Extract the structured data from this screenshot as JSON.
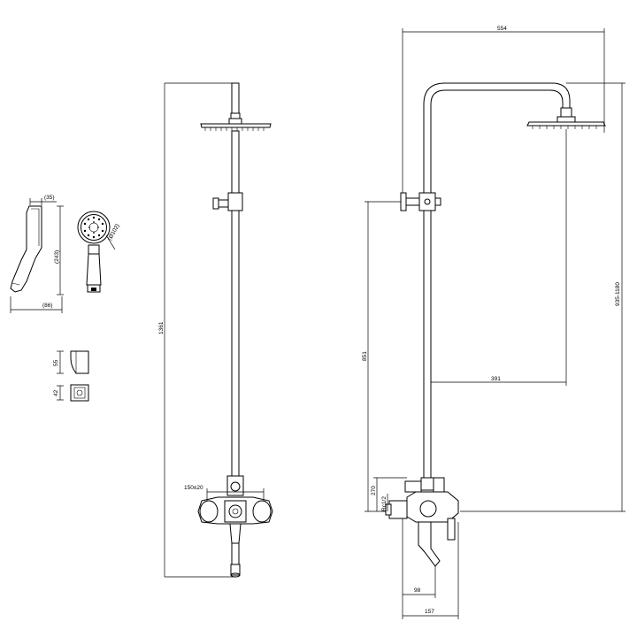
{
  "dimensions": {
    "top_width": "554",
    "total_height": "1361",
    "right_height": "935-1180",
    "left_height": "851",
    "arm_reach": "391",
    "centers": "150±20",
    "valve_a": "270",
    "valve_b": "Rc1/2",
    "spout_short": "98",
    "spout_long": "157",
    "handset_width": "(35)",
    "handset_length": "(243)",
    "handset_base": "(86)",
    "handset_head": "(Ø102)",
    "holder_h1": "55",
    "holder_h2": "42"
  },
  "icons": {
    "shower_head": "rain-shower-head-icon",
    "handset": "hand-shower-icon",
    "holder": "wall-holder-icon",
    "mixer": "thermostatic-mixer-icon"
  }
}
